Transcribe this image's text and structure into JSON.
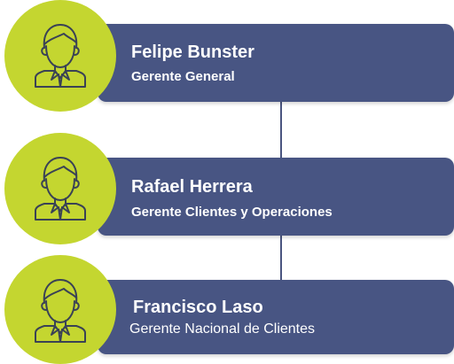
{
  "people": [
    {
      "name": "Felipe Bunster",
      "role": "Gerente General",
      "avatar_icon": "person-icon"
    },
    {
      "name": "Rafael Herrera",
      "role": "Gerente Clientes y Operaciones",
      "avatar_icon": "person-icon"
    },
    {
      "name": "Francisco Laso",
      "role": "Gerente Nacional de Clientes",
      "avatar_icon": "person-icon"
    }
  ],
  "colors": {
    "card": "#485583",
    "avatar": "#c4d630",
    "connector": "#4a5580",
    "text": "#ffffff",
    "icon_stroke": "#3a4255"
  }
}
